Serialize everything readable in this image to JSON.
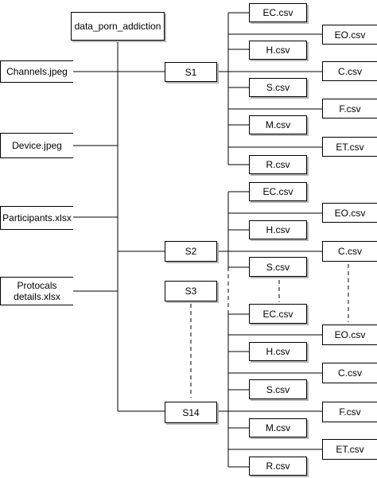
{
  "root": {
    "label": "data_porn_addiction"
  },
  "left_files": [
    {
      "label": "Channels.jpeg"
    },
    {
      "label": "Device.jpeg"
    },
    {
      "label": "Participants.xlsx"
    },
    {
      "label": "Protocals\ndetails.xlsx"
    }
  ],
  "sessions": [
    {
      "label": "S1"
    },
    {
      "label": "S2"
    },
    {
      "label": "S3"
    },
    {
      "label": "S14"
    }
  ],
  "s1_files": [
    "EC.csv",
    "EO.csv",
    "H.csv",
    "C.csv",
    "S.csv",
    "F.csv",
    "M.csv",
    "ET.csv",
    "R.csv"
  ],
  "s2_files": [
    "EC.csv",
    "EO.csv",
    "H.csv",
    "C.csv",
    "S.csv"
  ],
  "s14_files": [
    "EC.csv",
    "EO.csv",
    "H.csv",
    "C.csv",
    "S.csv",
    "F.csv",
    "M.csv",
    "ET.csv",
    "R.csv"
  ]
}
